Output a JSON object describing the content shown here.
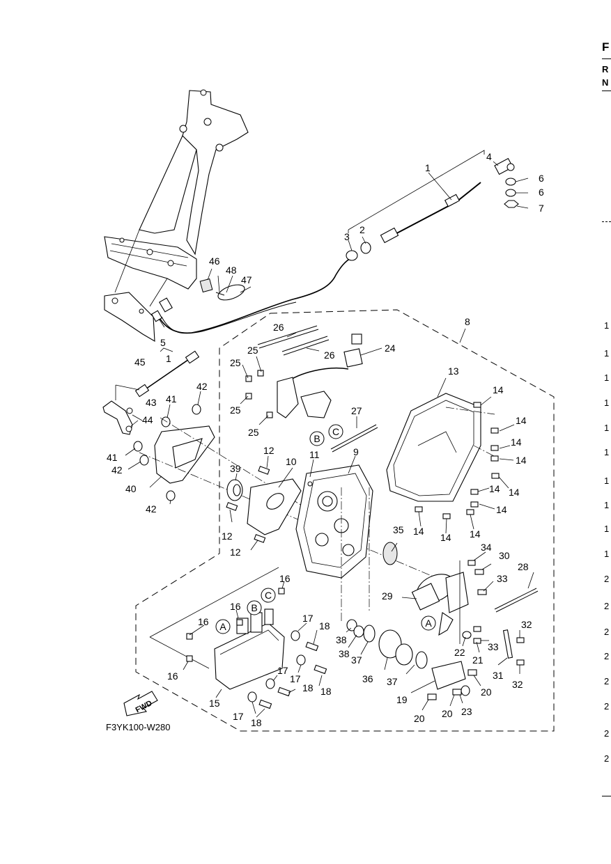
{
  "figure_code": "F3YK100-W280",
  "fwd_label": "FWD",
  "refs": {
    "a": "A",
    "b": "B",
    "c": "C"
  },
  "right_edge_letters": [
    "F",
    "R",
    "N"
  ],
  "right_edge_numbers": [
    "1",
    "1",
    "1",
    "1",
    "1",
    "1",
    "1",
    "1",
    "1",
    "1",
    "2",
    "2",
    "2",
    "2",
    "2",
    "2",
    "2",
    "2"
  ],
  "callouts": {
    "c1": "1",
    "c2": "2",
    "c3": "3",
    "c4": "4",
    "c5": "5",
    "c6a": "6",
    "c6b": "6",
    "c7": "7",
    "c8": "8",
    "c9": "9",
    "c10": "10",
    "c11": "11",
    "c12a": "12",
    "c12b": "12",
    "c12c": "12",
    "c13": "13",
    "c14a": "14",
    "c14b": "14",
    "c14c": "14",
    "c14d": "14",
    "c14e": "14",
    "c14f": "14",
    "c14g": "14",
    "c14h": "14",
    "c14i": "14",
    "c14j": "14",
    "c15": "15",
    "c16a": "16",
    "c16b": "16",
    "c16c": "16",
    "c16d": "16",
    "c17a": "17",
    "c17b": "17",
    "c17c": "17",
    "c17d": "17",
    "c18a": "18",
    "c18b": "18",
    "c18c": "18",
    "c18d": "18",
    "c19": "19",
    "c20a": "20",
    "c20b": "20",
    "c20c": "20",
    "c21": "21",
    "c22": "22",
    "c23": "23",
    "c24": "24",
    "c25a": "25",
    "c25b": "25",
    "c25c": "25",
    "c25d": "25",
    "c26a": "26",
    "c26b": "26",
    "c27": "27",
    "c28": "28",
    "c29": "29",
    "c30": "30",
    "c31": "31",
    "c32a": "32",
    "c32b": "32",
    "c33a": "33",
    "c33b": "33",
    "c34": "34",
    "c35": "35",
    "c36": "36",
    "c37a": "37",
    "c37b": "37",
    "c38a": "38",
    "c38b": "38",
    "c39": "39",
    "c40": "40",
    "c41a": "41",
    "c41b": "41",
    "c42a": "42",
    "c42b": "42",
    "c42c": "42",
    "c43": "43",
    "c44": "44",
    "c45": "45",
    "c46": "46",
    "c47": "47",
    "c48": "48",
    "c1b": "1"
  }
}
